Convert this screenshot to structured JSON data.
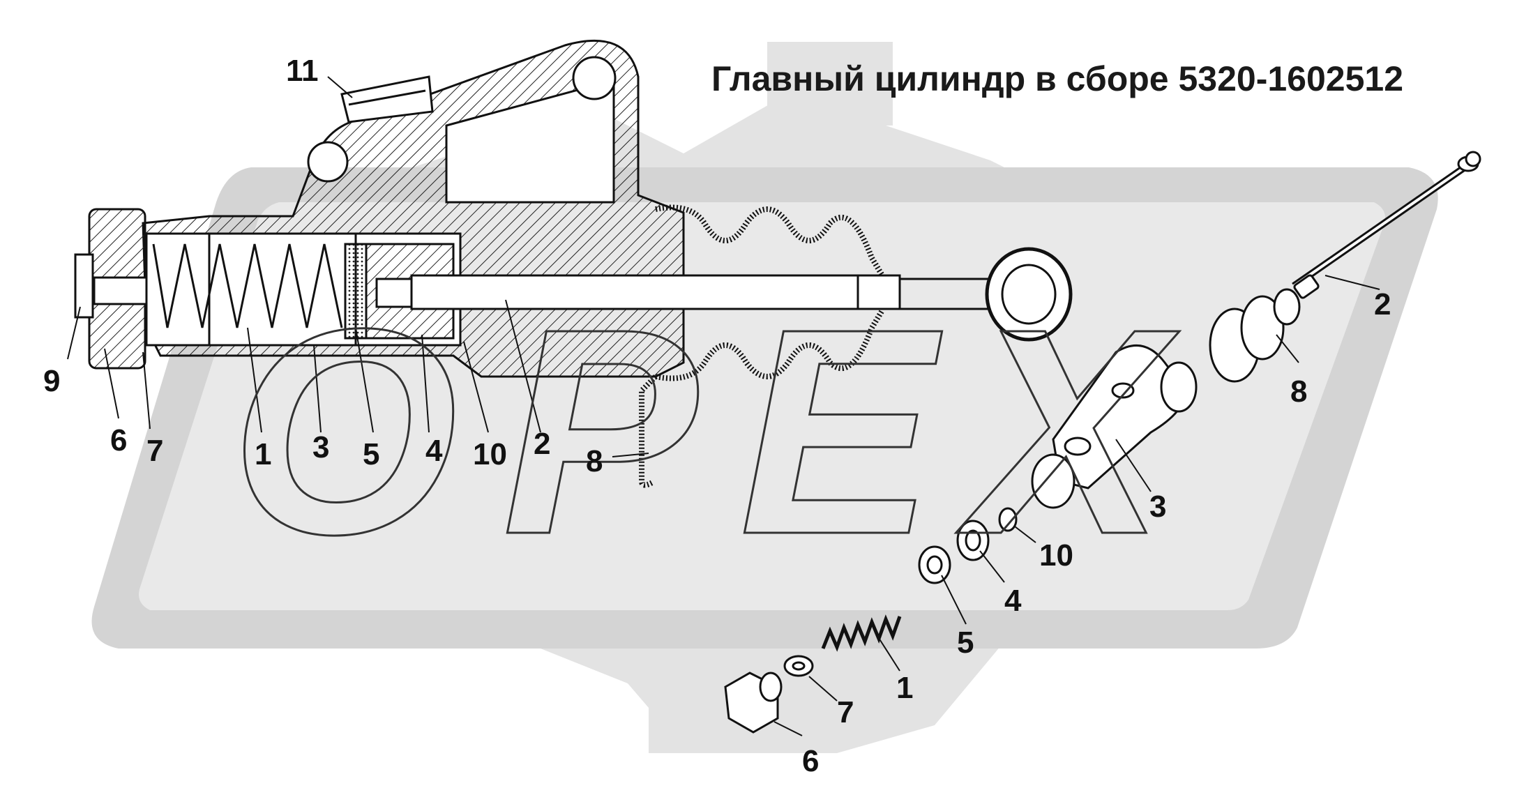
{
  "title": "Главный цилиндр в сборе 5320-1602512",
  "watermark": {
    "text": "OPEX",
    "letters": [
      "O",
      "P",
      "E",
      "X"
    ]
  },
  "colors": {
    "background": "#ffffff",
    "gear": "#e3e3e3",
    "badge_fill": "#d4d4d4",
    "badge_inner": "#e9e9e9",
    "ink": "#111111"
  },
  "callouts": [
    {
      "id": "c11",
      "text": "11"
    },
    {
      "id": "c9",
      "text": "9"
    },
    {
      "id": "c6",
      "text": "6"
    },
    {
      "id": "c7",
      "text": "7"
    },
    {
      "id": "c1",
      "text": "1"
    },
    {
      "id": "c3",
      "text": "3"
    },
    {
      "id": "c5",
      "text": "5"
    },
    {
      "id": "c4",
      "text": "4"
    },
    {
      "id": "c10",
      "text": "10"
    },
    {
      "id": "c2",
      "text": "2"
    },
    {
      "id": "c8",
      "text": "8"
    },
    {
      "id": "e2",
      "text": "2"
    },
    {
      "id": "e8",
      "text": "8"
    },
    {
      "id": "e3",
      "text": "3"
    },
    {
      "id": "e10",
      "text": "10"
    },
    {
      "id": "e4",
      "text": "4"
    },
    {
      "id": "e5",
      "text": "5"
    },
    {
      "id": "e1",
      "text": "1"
    },
    {
      "id": "e7",
      "text": "7"
    },
    {
      "id": "e6",
      "text": "6"
    }
  ]
}
